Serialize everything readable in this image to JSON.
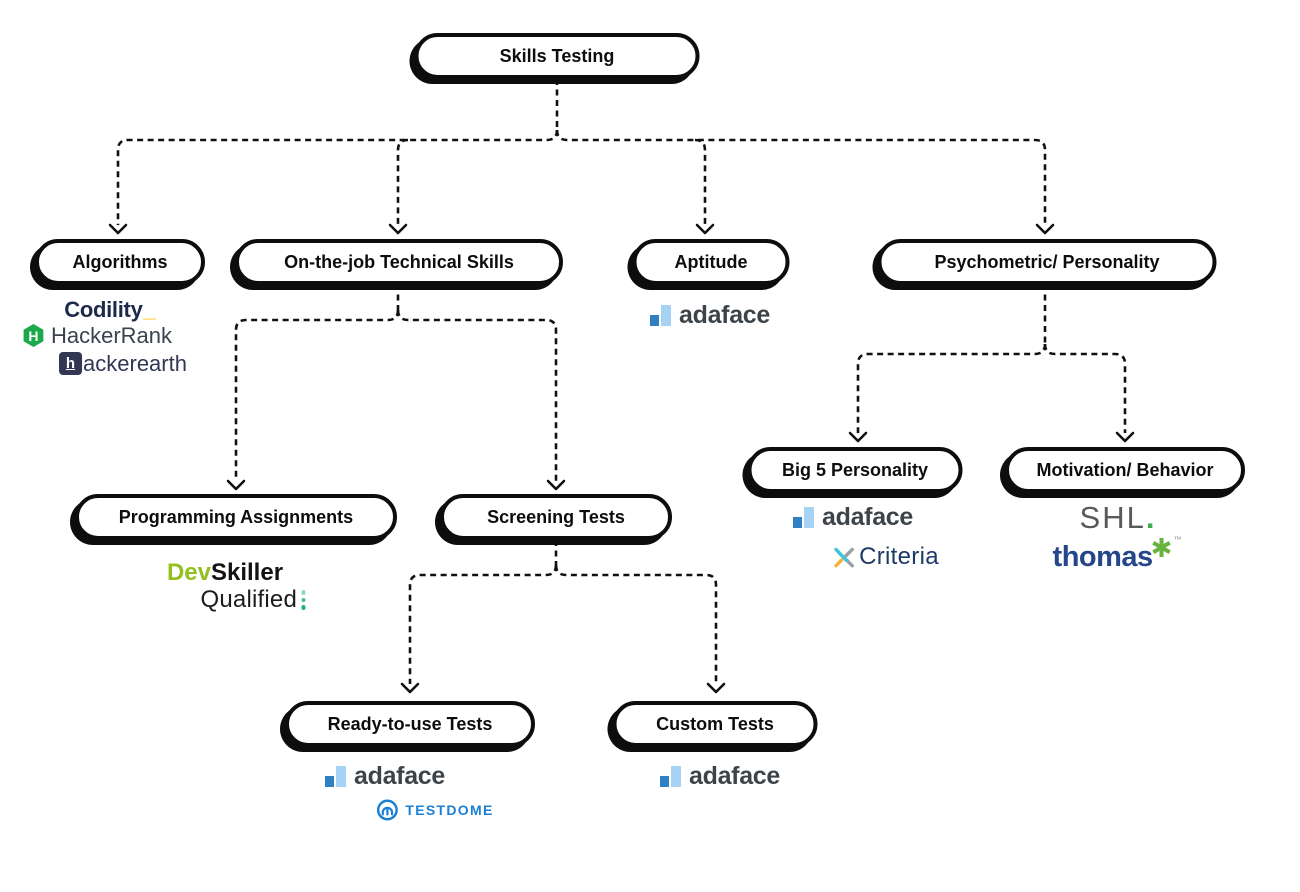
{
  "diagram": {
    "type": "tree",
    "connector_style": "dashed-arrow",
    "connector_color": "#111111"
  },
  "nodes": {
    "skills_testing": "Skills Testing",
    "algorithms": "Algorithms",
    "on_the_job": "On-the-job Technical Skills",
    "aptitude": "Aptitude",
    "psychometric": "Psychometric/ Personality",
    "programming_assignments": "Programming Assignments",
    "screening_tests": "Screening Tests",
    "big5": "Big 5 Personality",
    "motivation": "Motivation/ Behavior",
    "ready_to_use": "Ready-to-use Tests",
    "custom_tests": "Custom Tests"
  },
  "edges": [
    {
      "from": "skills_testing",
      "to": "algorithms"
    },
    {
      "from": "skills_testing",
      "to": "on_the_job"
    },
    {
      "from": "skills_testing",
      "to": "aptitude"
    },
    {
      "from": "skills_testing",
      "to": "psychometric"
    },
    {
      "from": "on_the_job",
      "to": "programming_assignments"
    },
    {
      "from": "on_the_job",
      "to": "screening_tests"
    },
    {
      "from": "screening_tests",
      "to": "ready_to_use"
    },
    {
      "from": "screening_tests",
      "to": "custom_tests"
    },
    {
      "from": "psychometric",
      "to": "big5"
    },
    {
      "from": "psychometric",
      "to": "motivation"
    }
  ],
  "vendors": {
    "codility": {
      "name": "Codility",
      "accent_mark": "_",
      "text_color": "#1d2b4a",
      "accent_color": "#ffc20e"
    },
    "hackerrank": {
      "name": "HackerRank",
      "icon_letter": "H",
      "icon_color": "#1ba94c",
      "text_color": "#39424e"
    },
    "hackerearth": {
      "icon_letter": "h",
      "name_rest": "ackerearth",
      "color": "#323754"
    },
    "adaface": {
      "name": "adaface",
      "text_color": "#3d4449",
      "bar_dark_color": "#2f80c3",
      "bar_light_color": "#a6d3f3"
    },
    "devskiller": {
      "name_prefix": "Dev",
      "name_rest": "Skiller",
      "prefix_color": "#93c01f",
      "rest_color": "#131313"
    },
    "qualified": {
      "name": "Qualified",
      "dot_colors": [
        "#8fd6c3",
        "#45bd9c",
        "#1fae85"
      ]
    },
    "testdome": {
      "name": "TESTDOME",
      "color": "#1b7fd4"
    },
    "criteria": {
      "name": "Criteria",
      "text_color": "#1d3a66",
      "teal": "#3fc5d8",
      "yellow": "#f2b438",
      "gray": "#9aa0a3"
    },
    "shl": {
      "name": "SHL",
      "dot": ".",
      "text_color": "#58595b",
      "dot_color": "#3dae49"
    },
    "thomas": {
      "name": "thomas",
      "trademark": "™",
      "text_color": "#25468b",
      "icon_color": "#68b33e"
    }
  },
  "vendor_placement": {
    "algorithms": [
      "Codility",
      "HackerRank",
      "hackerearth"
    ],
    "aptitude": [
      "adaface"
    ],
    "programming_assignments": [
      "DevSkiller",
      "Qualified"
    ],
    "big5": [
      "adaface",
      "Criteria"
    ],
    "motivation": [
      "SHL",
      "thomas"
    ],
    "ready_to_use": [
      "adaface",
      "TESTDOME"
    ],
    "custom_tests": [
      "adaface"
    ]
  }
}
